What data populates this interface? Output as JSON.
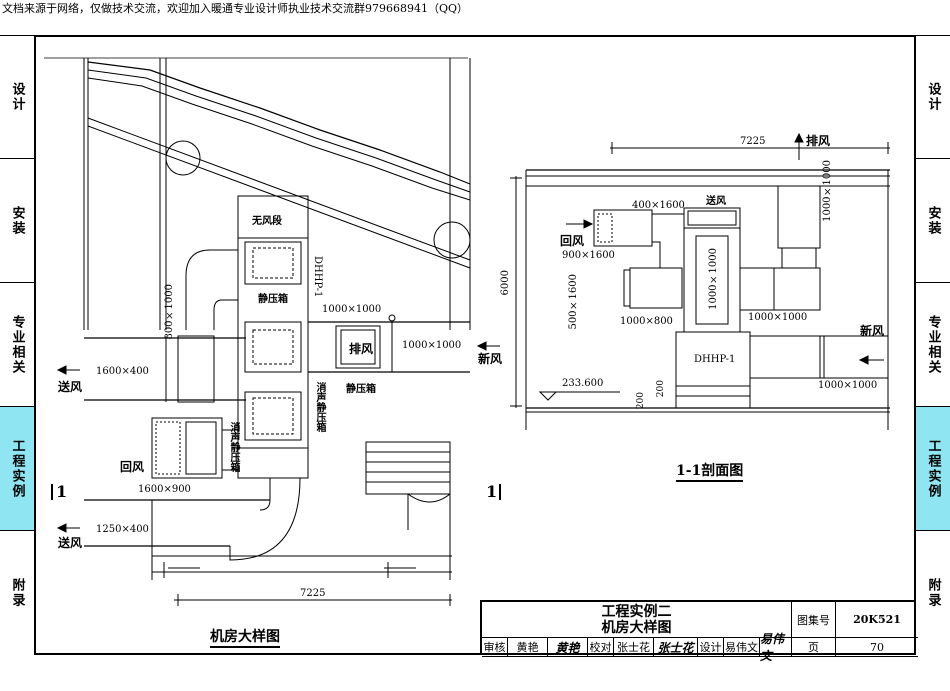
{
  "header_note": "文档来源于网络，仅做技术交流，欢迎加入暖通专业设计师执业技术交流群979668941（QQ）",
  "sidebar_tabs": [
    "设计",
    "安装",
    "专业相关",
    "工程实例",
    "附录"
  ],
  "active_tab": "工程实例",
  "plan": {
    "caption": "机房大样图",
    "no_air_section": "无风段",
    "unit": "DHHP-1",
    "plenum": "静压箱",
    "silencer_plenum": "消声静压箱",
    "exhaust": "排风",
    "fresh_air": "新风",
    "return_air": "回风",
    "supply_air": "送风",
    "d_1000x1000_a": "1000×1000",
    "d_1000x1000_b": "1000×1000",
    "d_1600x400": "1600×400",
    "d_800x1000": "800×1000",
    "d_1600x900": "1600×900",
    "d_1250x400": "1250×400",
    "width_dim": "7225",
    "section_mark": "1"
  },
  "section": {
    "caption": "1-1剖面图",
    "width_dim": "7225",
    "height_dim": "6000",
    "exhaust": "排风",
    "supply": "送风",
    "return": "回风",
    "fresh": "新风",
    "unit": "DHHP-1",
    "d_400x1600": "400×1600",
    "d_900x1600": "900×1600",
    "d_500x1600": "500×1600",
    "d_1000x800": "1000×800",
    "d_1000x1000_v": "1000×1000",
    "d_1000x1000_top": "1000×1000",
    "d_1000x1000_h": "1000×1000",
    "d_1000x1000_bottom": "1000×1000",
    "elev": "233.600",
    "d_200a": "200",
    "d_200b": "200"
  },
  "titleblock": {
    "title_line1": "工程实例二",
    "title_line2": "机房大样图",
    "atlas_label": "图集号",
    "atlas_no": "20K521",
    "review_label": "审核",
    "review_name": "黄艳",
    "review_sig": "黄艳",
    "check_label": "校对",
    "check_name": "张士花",
    "check_sig": "张士花",
    "design_label": "设计",
    "design_name": "易伟文",
    "design_sig": "易伟文",
    "page_label": "页",
    "page_no": "70"
  }
}
